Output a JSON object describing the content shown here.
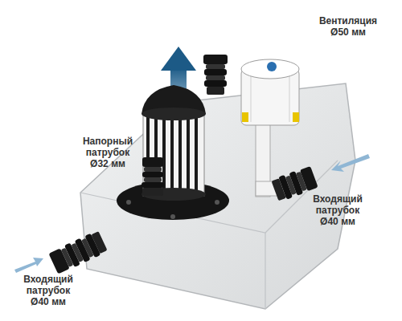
{
  "diagram": {
    "labels": [
      "Вентиляция Ø50 мм",
      "Напорный патрубок Ø32 мм",
      "Входящий патрубок Ø40 мм",
      "Входящий патрубок Ø40 мм"
    ]
  }
}
